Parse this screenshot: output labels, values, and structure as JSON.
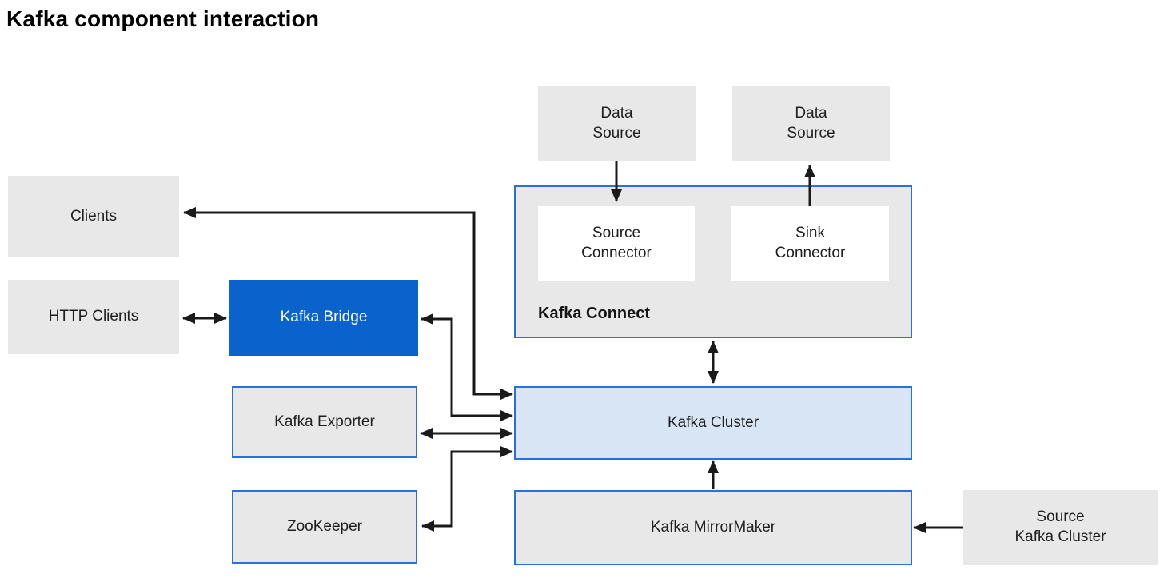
{
  "title": "Kafka component interaction",
  "nodes": {
    "clients": {
      "label": "Clients"
    },
    "http_clients": {
      "label": "HTTP Clients"
    },
    "kafka_bridge": {
      "label": "Kafka Bridge"
    },
    "kafka_exporter": {
      "label": "Kafka Exporter"
    },
    "zookeeper": {
      "label": "ZooKeeper"
    },
    "data_source_left": {
      "line1": "Data",
      "line2": "Source"
    },
    "data_source_right": {
      "line1": "Data",
      "line2": "Source"
    },
    "kafka_connect": {
      "label": "Kafka Connect"
    },
    "source_connector": {
      "line1": "Source",
      "line2": "Connector"
    },
    "sink_connector": {
      "line1": "Sink",
      "line2": "Connector"
    },
    "kafka_cluster": {
      "label": "Kafka Cluster"
    },
    "kafka_mirrormaker": {
      "label": "Kafka MirrorMaker"
    },
    "source_kafka_cluster": {
      "line1": "Source",
      "line2": "Kafka Cluster"
    }
  },
  "connections": [
    {
      "from": "data-source-left",
      "to": "source-connector",
      "direction": "one-way"
    },
    {
      "from": "sink-connector",
      "to": "data-source-right",
      "direction": "one-way"
    },
    {
      "from": "kafka-connect",
      "to": "kafka-cluster",
      "direction": "two-way"
    },
    {
      "from": "clients",
      "to": "kafka-cluster",
      "direction": "two-way"
    },
    {
      "from": "http-clients",
      "to": "kafka-bridge",
      "direction": "two-way"
    },
    {
      "from": "kafka-bridge",
      "to": "kafka-cluster",
      "direction": "two-way"
    },
    {
      "from": "kafka-exporter",
      "to": "kafka-cluster",
      "direction": "two-way"
    },
    {
      "from": "zookeeper",
      "to": "kafka-cluster",
      "direction": "two-way"
    },
    {
      "from": "kafka-mirrormaker",
      "to": "kafka-cluster",
      "direction": "one-way"
    },
    {
      "from": "source-kafka-cluster",
      "to": "kafka-mirrormaker",
      "direction": "one-way"
    }
  ],
  "colors": {
    "box_gray": "#e8e8e8",
    "bridge_blue": "#0a63cc",
    "cluster_blue": "#d7e5f5",
    "border_blue": "#2b6fdb",
    "arrow": "#1a1a1a",
    "text_dark": "#1f1f1f",
    "text_light": "#ffffff"
  }
}
